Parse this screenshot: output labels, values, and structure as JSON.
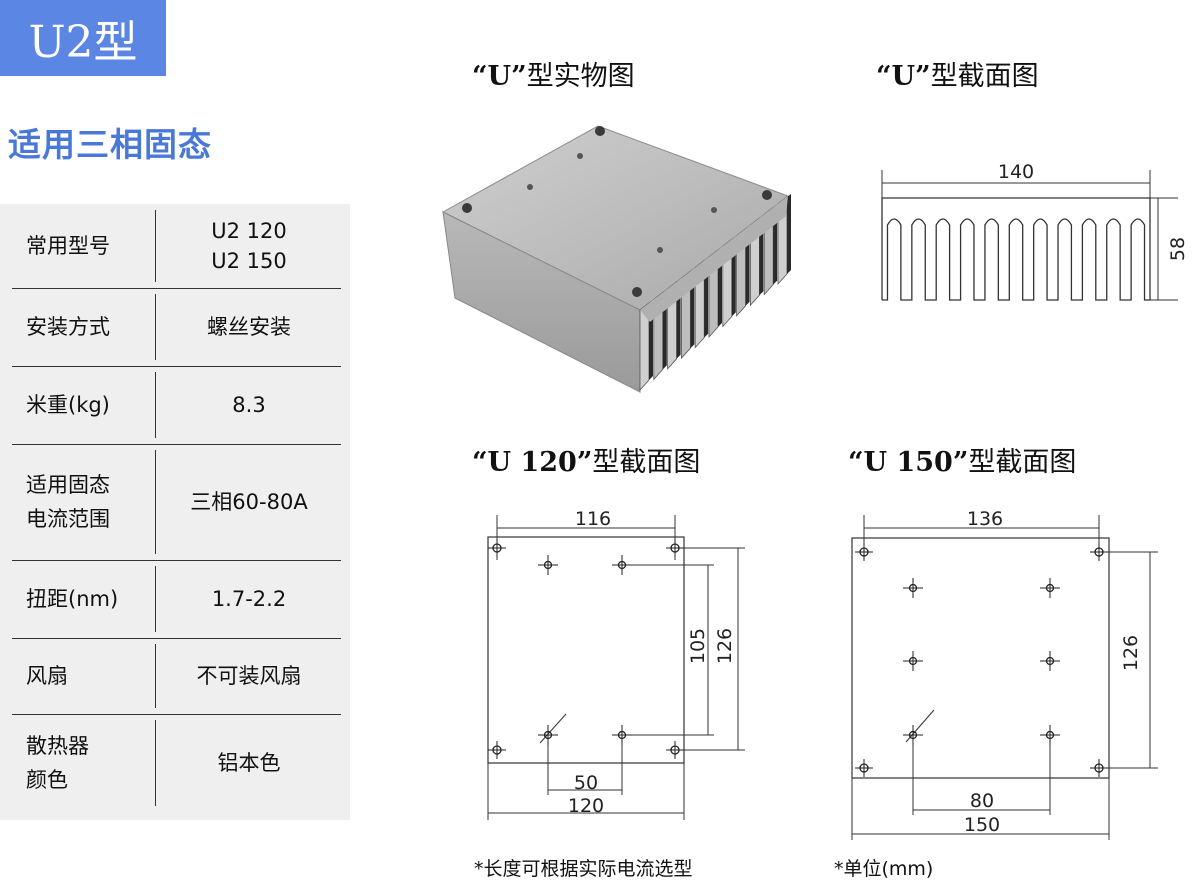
{
  "header": {
    "title": "U2型",
    "subtitle": "适用三相固态"
  },
  "specs": [
    {
      "label": "常用型号",
      "value": "U2 120\nU2 150"
    },
    {
      "label": "安装方式",
      "value": "螺丝安装"
    },
    {
      "label": "米重(kg)",
      "value": "8.3"
    },
    {
      "label": "适用固态\n电流范围",
      "value": "三相60-80A"
    },
    {
      "label": "扭距(nm)",
      "value": "1.7-2.2"
    },
    {
      "label": "风扇",
      "value": "不可装风扇"
    },
    {
      "label": "散热器\n颜色",
      "value": "铝本色"
    }
  ],
  "photo": {
    "heading_model": "“U”",
    "heading_text": "型实物图"
  },
  "section": {
    "heading_model": "“U”",
    "heading_text": "型截面图",
    "width": "140",
    "height": "58",
    "fin_count": 11
  },
  "u120": {
    "heading_model": "“U 120”",
    "heading_text": "型截面图",
    "top": "116",
    "right_inner": "105",
    "right_outer": "126",
    "bottom_inner": "50",
    "bottom_outer": "120"
  },
  "u150": {
    "heading_model": "“U 150”",
    "heading_text": "型截面图",
    "top": "136",
    "right": "126",
    "bottom_inner": "80",
    "bottom_outer": "150"
  },
  "notes": {
    "left": "*长度可根据实际电流选型",
    "right": "*单位(mm)"
  }
}
